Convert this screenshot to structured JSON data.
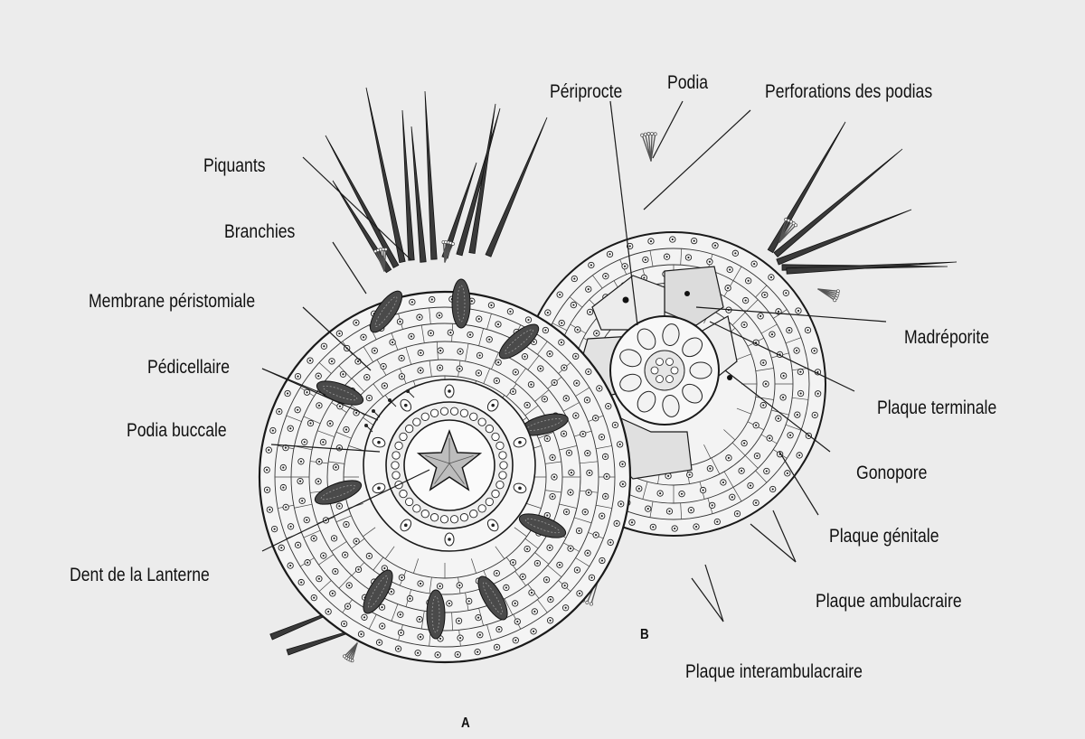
{
  "labels": {
    "piquants": "Piquants",
    "branchies": "Branchies",
    "membrane_peristomiale": "Membrane péristomiale",
    "pedicellaire": "Pédicellaire",
    "podia_buccale": "Podia buccale",
    "dent_lanterne": "Dent de la Lanterne",
    "periprocte": "Périprocte",
    "podia": "Podia",
    "perforations_podias": "Perforations des podias",
    "madreporite": "Madréporite",
    "plaque_terminale": "Plaque terminale",
    "gonopore": "Gonopore",
    "plaque_genitale": "Plaque génitale",
    "plaque_ambulacraire": "Plaque ambulacraire",
    "plaque_interambulacraire": "Plaque interambulacraire",
    "view_a": "A",
    "view_b": "B"
  },
  "colors": {
    "background": "#ececec",
    "ink": "#1a1a1a",
    "test_fill": "#f4f4f4"
  }
}
